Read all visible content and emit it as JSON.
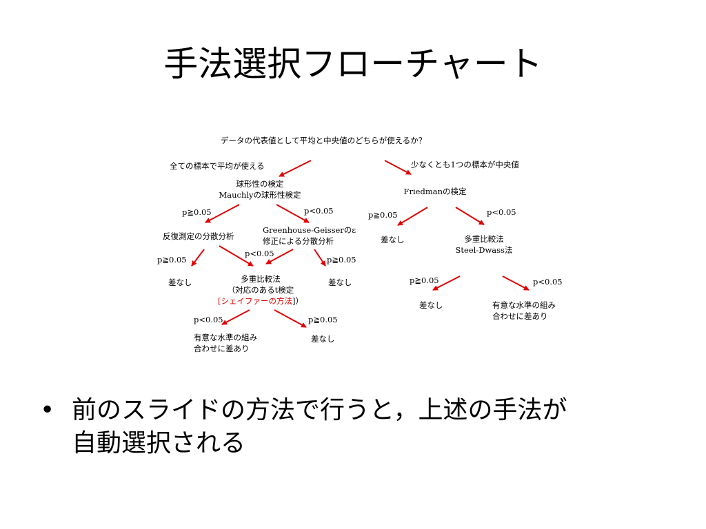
{
  "slide": {
    "title": "手法選択フローチャート",
    "bullet_marker": "•",
    "bullet_line1": "前のスライドの方法で行うと，上述の手法が",
    "bullet_line2": "自動選択される"
  },
  "flowchart": {
    "question": "データの代表値として平均と中央値のどちらが使えるか？",
    "left_branch": "全ての標本で平均が使える",
    "right_branch": "少なくとも1つの標本が中央値",
    "sphericity_line1": "球形性の検定",
    "sphericity_line2": "Mauchlyの球形性検定",
    "p_ge_005": "p≧0.05",
    "p_lt_005": "p<0.05",
    "repeated_anova": "反復測定の分散分析",
    "gg_line1": "Greenhouse-Geisserのε",
    "gg_line2": "修正による分散分析",
    "no_difference": "差なし",
    "multiple_line1": "多重比較法",
    "multiple_line2": "（対応のあるt検定",
    "multiple_line3_open": "[",
    "multiple_line3_red": "シェイファーの方法",
    "multiple_line3_close": "]）",
    "sig_line1": "有意な水準の組み",
    "sig_line2": "合わせに差あり",
    "friedman": "Friedmanの検定",
    "steel_line1": "多重比較法",
    "steel_line2": "Steel-Dwass法"
  },
  "colors": {
    "arrow": "#e00000",
    "red_text": "#e00000"
  }
}
